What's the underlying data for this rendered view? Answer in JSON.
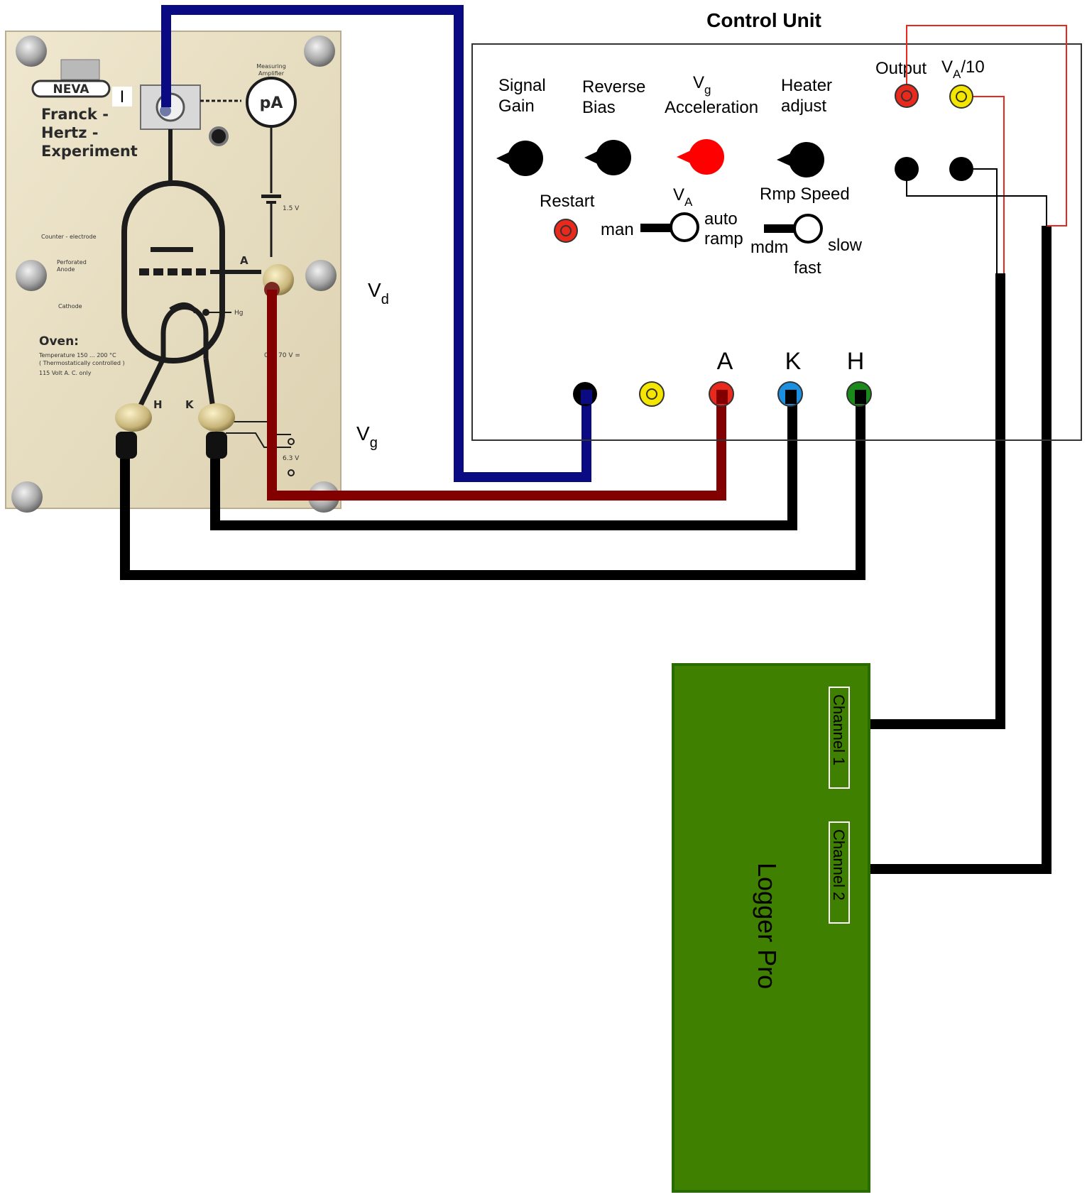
{
  "control_unit": {
    "title": "Control Unit",
    "knobs": {
      "signal_gain": [
        "Signal",
        "Gain"
      ],
      "reverse_bias": [
        "Reverse",
        "Bias"
      ],
      "vg_symbol": "V",
      "vg_sub": "g",
      "acceleration": "Acceleration",
      "heater_adjust": [
        "Heater",
        "adjust"
      ]
    },
    "output_label": "Output",
    "va10_symbol": "V",
    "va10_sub": "A",
    "va10_suffix": "/10",
    "restart_label": "Restart",
    "va_switch": {
      "symbol": "V",
      "sub": "A",
      "man": "man",
      "auto": "auto",
      "ramp": "ramp"
    },
    "ramp_speed": {
      "title": "Rmp Speed",
      "mdm": "mdm",
      "slow": "slow",
      "fast": "fast"
    },
    "jack_labels": {
      "a": "A",
      "k": "K",
      "h": "H"
    }
  },
  "apparatus": {
    "brand": "NEVA",
    "name_lines": [
      "Franck -",
      "Hertz -",
      "Experiment"
    ],
    "current_label": "I",
    "meter": "pA",
    "meter_caption": [
      "Measuring",
      "Amplifier"
    ],
    "battery": "1.5 V",
    "anode_letter": "A",
    "labels": [
      "Counter - electrode",
      "Perforated",
      "Anode",
      "Cathode"
    ],
    "grid_label": "Hg",
    "oven_title": "Oven:",
    "oven_lines": [
      "Temperature 150 ... 200 °C",
      "( Thermostatically controlled )",
      "115 Volt A. C. only"
    ],
    "volt_label": "0 ... 70 V =",
    "heater_label": "6.3 V",
    "h_letter": "H",
    "k_letter": "K"
  },
  "voltages": {
    "vd_symbol": "V",
    "vd_sub": "d",
    "vg_symbol": "V",
    "vg_sub": "g"
  },
  "logger": {
    "name": "Logger Pro",
    "channel1": "Channel 1",
    "channel2": "Channel 2"
  },
  "colors": {
    "wire_blue": "#0a0a82",
    "wire_red": "#820000",
    "wire_black": "#000000",
    "thin_red": "#e8291c",
    "logger_green": "#3f8000",
    "logger_border": "#2a6b00",
    "panel_bg": "#e9e0c6",
    "jack_red": "#e8291c",
    "jack_yellow": "#f5e600",
    "jack_blue": "#1b8fe0",
    "jack_green": "#1a8a1a"
  }
}
